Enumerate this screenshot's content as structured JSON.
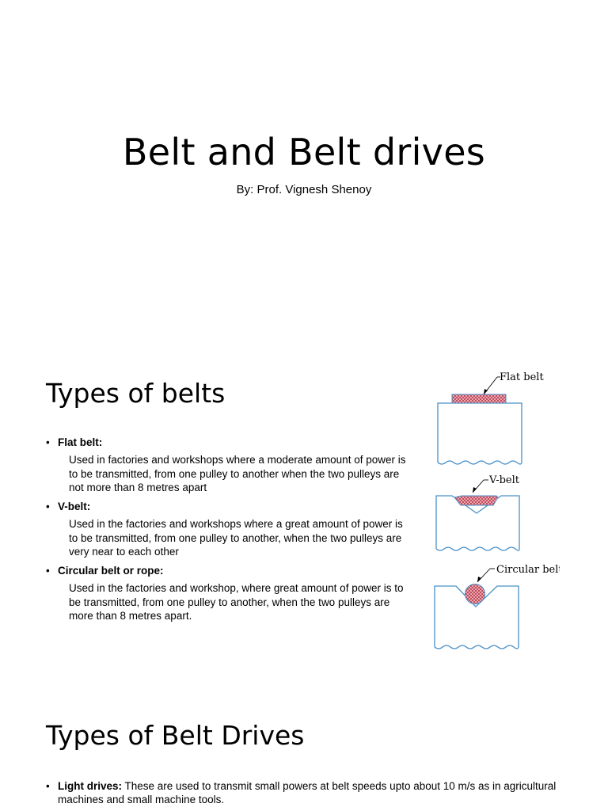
{
  "slide1": {
    "title": "Belt and Belt drives",
    "subtitle": "By: Prof. Vignesh Shenoy"
  },
  "slide2": {
    "title": "Types of belts",
    "bullets": [
      {
        "heading": "Flat belt:",
        "text": "Used in factories and workshops where a moderate amount of power is to be transmitted, from one pulley to another when the two pulleys are not more than 8 metres apart"
      },
      {
        "heading": "V-belt:",
        "text": "Used in the factories and workshops where a great amount of power is to be transmitted, from one pulley to another, when the two pulleys are very near to each other"
      },
      {
        "heading": "Circular belt or rope:",
        "text": "Used in the factories and workshop, where great amount of power is to be transmitted, from one pulley to another, when the two pulleys are more than 8 metres apart."
      }
    ],
    "figure": {
      "labels": [
        "Flat belt",
        "V-belt",
        "Circular belt"
      ],
      "colors": {
        "pulley": "#4a90c8",
        "belt_fill": "#f2b8c0",
        "belt_hatch": "#b0283a"
      }
    }
  },
  "slide3": {
    "title": "Types of Belt Drives",
    "bullets": [
      {
        "heading": "Light drives:",
        "text": " These are used to transmit small powers at belt speeds upto about 10 m/s as in agricultural machines and small machine tools."
      }
    ]
  }
}
